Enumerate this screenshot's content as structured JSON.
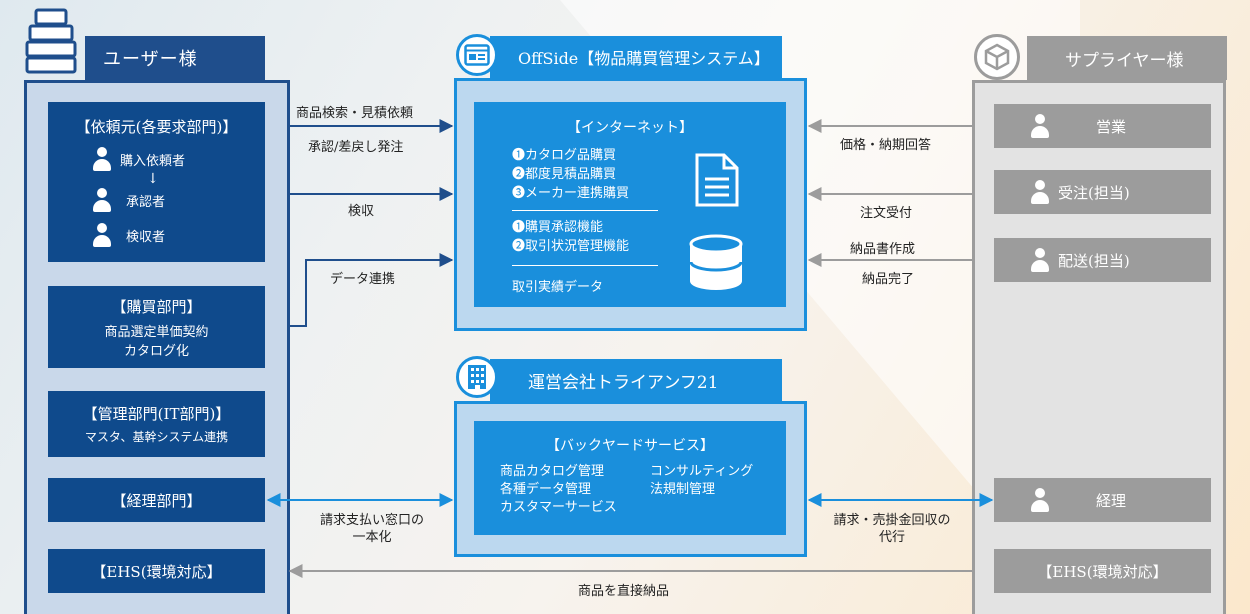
{
  "user": {
    "title": "ユーザー様",
    "requester_title": "【依頼元(各要求部門)】",
    "role1": "購入依頼者",
    "role2": "承認者",
    "role3": "検収者",
    "purchasing_title": "【購買部門】",
    "purchasing_line1": "商品選定単価契約",
    "purchasing_line2": "カタログ化",
    "mgmt_title": "【管理部門(IT部門)】",
    "mgmt_line": "マスタ、基幹システム連携",
    "accounting": "【経理部門】",
    "ehs": "【EHS(環境対応】"
  },
  "offside": {
    "title": "OffSide【物品購買管理システム】",
    "internet_title": "【インターネット】",
    "items_a": [
      "❶カタログ品購買",
      "❷都度見積品購買",
      "❸メーカー連携購買"
    ],
    "items_b": [
      "❶購買承認機能",
      "❷取引状況管理機能"
    ],
    "records": "取引実績データ"
  },
  "operator": {
    "title": "運営会社トライアンフ21",
    "backyard_title": "【バックヤードサービス】",
    "services_col1": [
      "商品カタログ管理",
      "各種データ管理",
      "カスタマーサービス"
    ],
    "services_col2": [
      "コンサルティング",
      "法規制管理"
    ]
  },
  "supplier": {
    "title": "サプライヤー様",
    "sales": "営業",
    "orders": "受注(担当)",
    "delivery": "配送(担当)",
    "accounting": "経理",
    "ehs": "【EHS(環境対応】"
  },
  "flows": {
    "search_quote": "商品検索・見積依頼",
    "approve_order": "承認/差戻し発注",
    "inspection": "検収",
    "data_link": "データ連携",
    "billing_line1": "請求支払い窓口の",
    "billing_line2": "一本化",
    "price_delivery": "価格・納期回答",
    "order_receipt": "注文受付",
    "delivery_note": "納品書作成",
    "delivery_done": "納品完了",
    "invoice_line1": "請求・売掛金回収の",
    "invoice_line2": "代行",
    "direct_delivery": "商品を直接納品"
  },
  "colors": {
    "dark_blue": "#0f4a8c",
    "user_border": "#1f4e8c",
    "system_blue": "#1a8fdc",
    "light_blue": "#bcd8ef",
    "grey": "#9c9c9c",
    "light_grey": "#e3e3e3"
  }
}
